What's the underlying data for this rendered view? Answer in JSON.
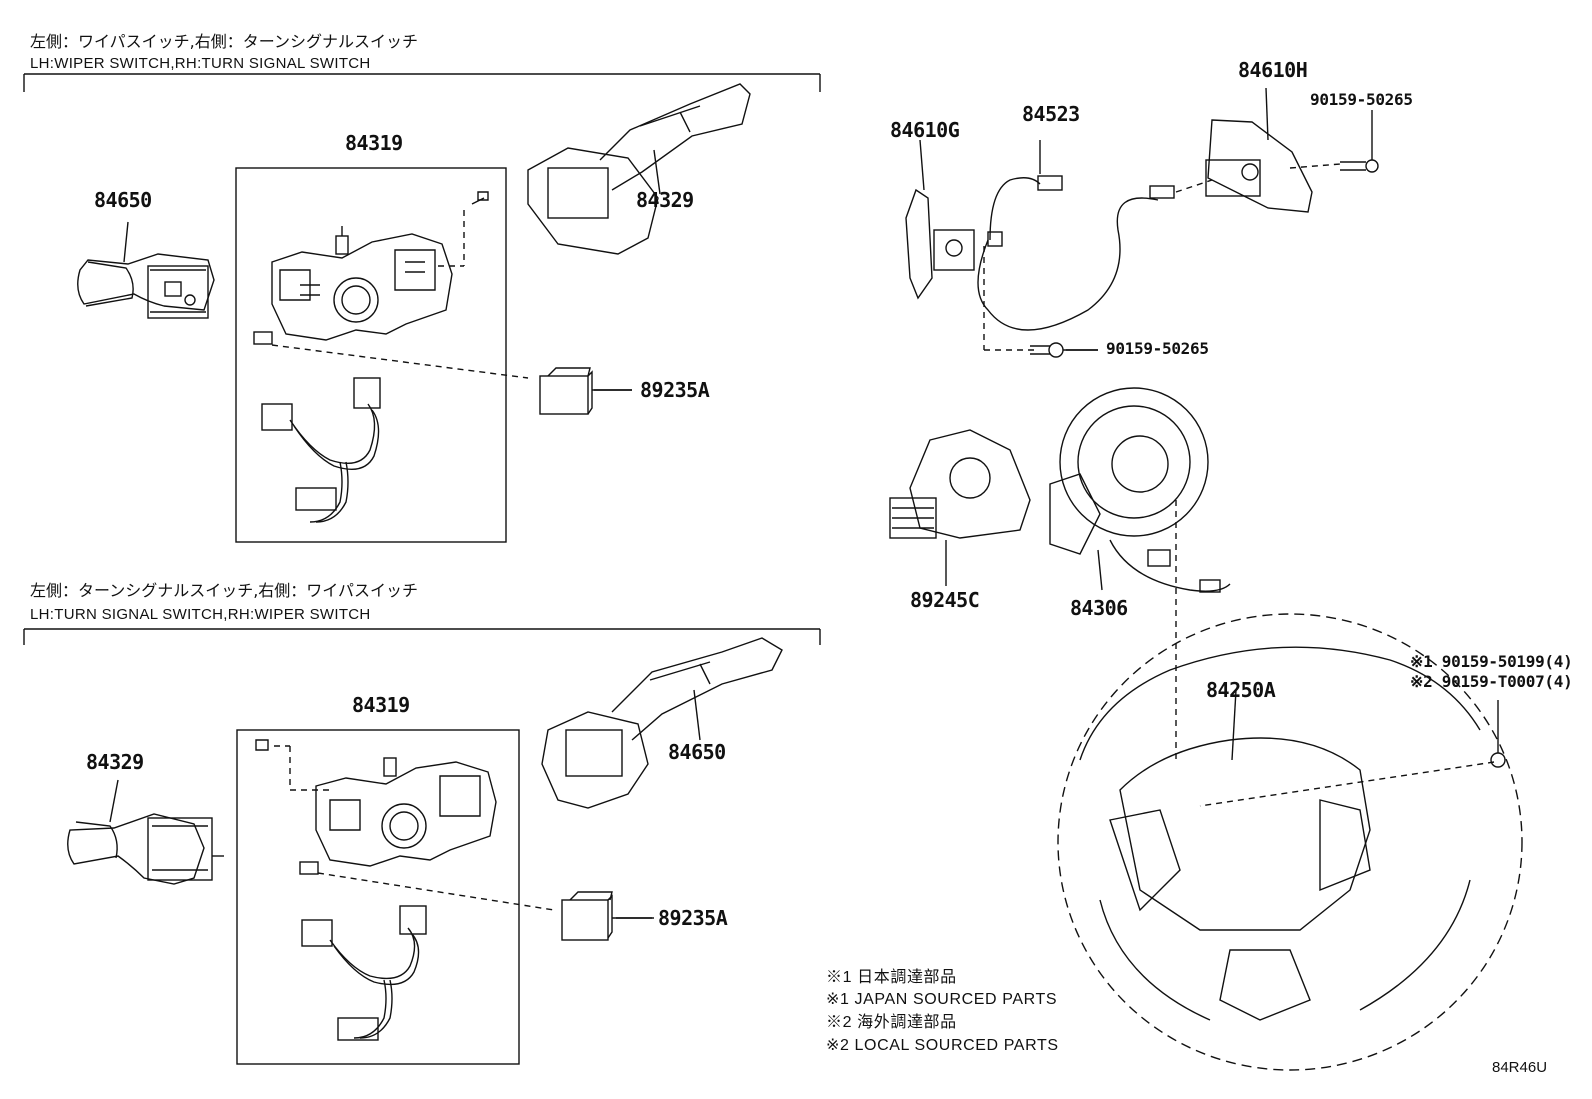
{
  "groups": [
    {
      "header_jp": "左側：ワイパスイッチ,右側：ターンシグナルスイッチ",
      "header_en": "LH:WIPER SWITCH,RH:TURN SIGNAL SWITCH"
    },
    {
      "header_jp": "左側：ターンシグナルスイッチ,右側：ワイパスイッチ",
      "header_en": "LH:TURN SIGNAL SWITCH,RH:WIPER SWITCH"
    }
  ],
  "parts": {
    "g1_84319": "84319",
    "g1_84650": "84650",
    "g1_84329": "84329",
    "g1_89235A": "89235A",
    "g2_84319": "84319",
    "g2_84329": "84329",
    "g2_84650": "84650",
    "g2_89235A": "89235A",
    "p84610G": "84610G",
    "p84523": "84523",
    "p84610H": "84610H",
    "screw_top": "90159-50265",
    "screw_mid": "90159-50265",
    "p89245C": "89245C",
    "p84306": "84306",
    "p84250A": "84250A",
    "screw_mark1": "※1 90159-50199(4)",
    "screw_mark2": "※2 90159-T0007(4)"
  },
  "notes": [
    "※1 日本調達部品",
    "※1 JAPAN SOURCED PARTS",
    "※2 海外調達部品",
    "※2 LOCAL SOURCED PARTS"
  ],
  "diagram_code": "84R46U"
}
